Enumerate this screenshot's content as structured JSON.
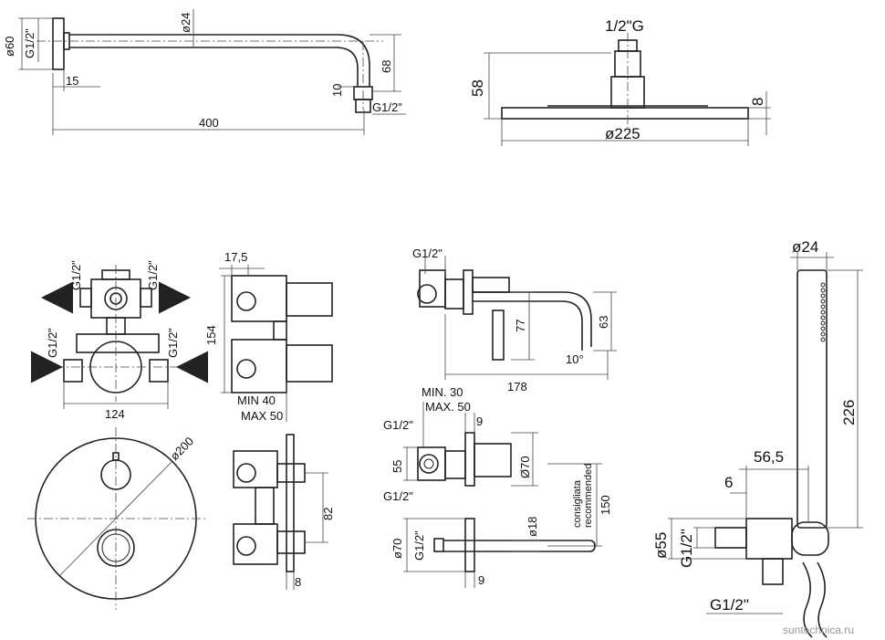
{
  "arm": {
    "d_flange": "ø60",
    "thread_top": "G1/2\"",
    "d_pipe": "ø24",
    "d15": "15",
    "d10": "10",
    "d68": "68",
    "thread_bottom": "G1/2\"",
    "length": "400"
  },
  "head": {
    "thread": "1/2\"G",
    "height": "58",
    "thickness": "8",
    "diameter": "ø225"
  },
  "valve_front": {
    "t1": "G1/2\"",
    "t2": "G1/2\"",
    "t3": "G1/2\"",
    "t4": "G1/2\"",
    "width": "124"
  },
  "valve_side": {
    "d17_5": "17,5",
    "height": "154",
    "min": "MIN 40",
    "max": "MAX 50"
  },
  "plate": {
    "diameter": "ø200"
  },
  "plate_side": {
    "d82": "82",
    "d8": "8"
  },
  "spout": {
    "thread": "G1/2\"",
    "d77": "77",
    "d63": "63",
    "angle": "10°",
    "length": "178"
  },
  "spout2": {
    "min": "MIN. 30",
    "max": "MAX. 50",
    "d9a": "9",
    "thread_a": "G1/2\"",
    "d55": "55",
    "d70a": "Ø70",
    "thread_b": "G1/2\"",
    "rec1": "consigliata",
    "rec2": "recommended",
    "d150": "150",
    "d70b": "ø70",
    "thread_c": "G1/2\"",
    "d18": "ø18",
    "d9b": "9"
  },
  "hand": {
    "d24": "ø24",
    "h226": "226",
    "d56_5": "56,5",
    "d6": "6",
    "d55": "ø55",
    "thread_a": "G1/2\"",
    "thread_b": "G1/2\""
  },
  "watermark": "suntechnica.ru"
}
